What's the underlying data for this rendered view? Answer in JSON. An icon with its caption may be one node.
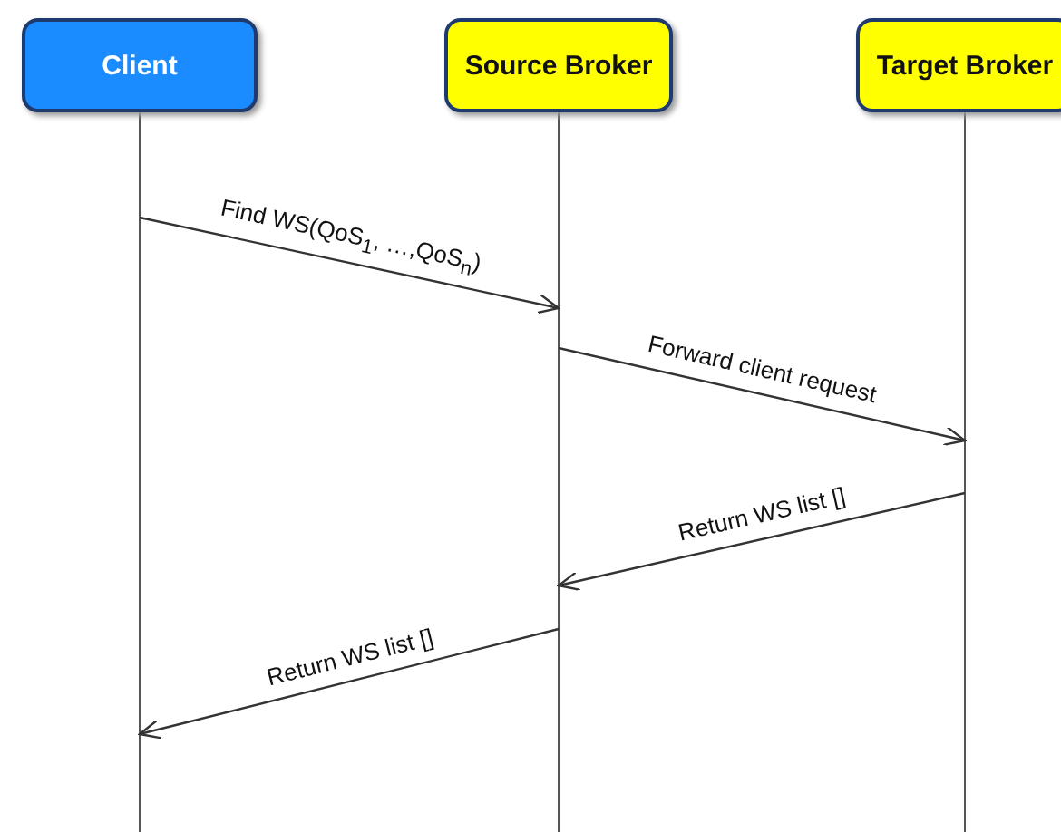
{
  "diagram": {
    "nodes": [
      {
        "text": [
          "Client"
        ]
      },
      {
        "text": [
          "Source Broker"
        ]
      },
      {
        "text": [
          "Target Broker"
        ]
      }
    ],
    "edges": [
      {
        "from": 0,
        "to": 1,
        "arrow": "to",
        "label": "Find WS(QoS$_{1}$, …,QoS$_{n}$)"
      },
      {
        "from": 1,
        "to": 2,
        "arrow": "to",
        "label": "Forward client request"
      },
      {
        "from": 2,
        "to": 1,
        "arrow": "to",
        "label": "Return WS list []"
      },
      {
        "from": 1,
        "to": 0,
        "arrow": "to",
        "label": "Return WS list []"
      }
    ]
  }
}
